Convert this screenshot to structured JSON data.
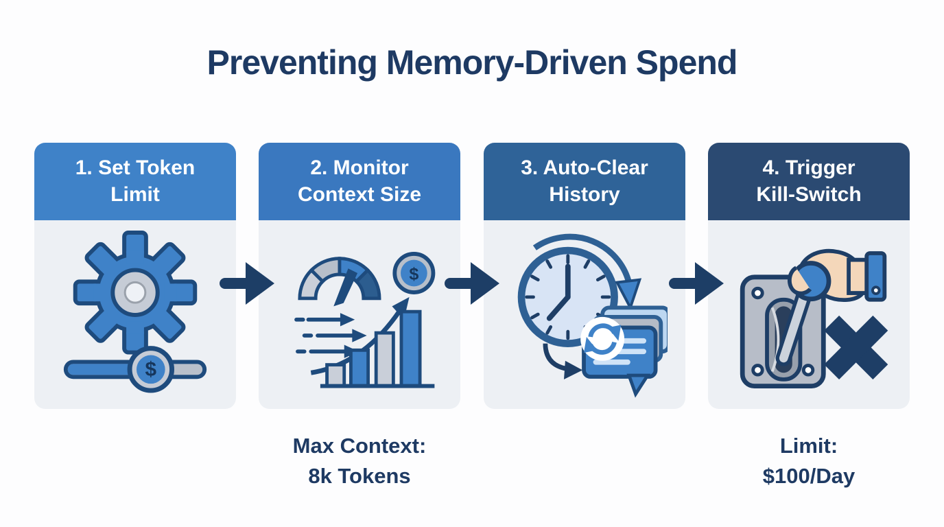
{
  "title": "Preventing Memory-Driven Spend",
  "steps": [
    {
      "header_line1": "1. Set Token",
      "header_line2": "Limit",
      "header_color": "#3f82c8",
      "icon": "gear-dollar-slider-icon",
      "icon_dollar": "$"
    },
    {
      "header_line1": "2. Monitor",
      "header_line2": "Context Size",
      "header_color": "#3a78bf",
      "icon": "usage-gauge-growth-chart-icon",
      "icon_dollar": "$",
      "caption_line1": "Max Context:",
      "caption_line2": "8k Tokens"
    },
    {
      "header_line1": "3. Auto-Clear",
      "header_line2": "History",
      "header_color": "#2f6398",
      "icon": "clock-refresh-chat-icon"
    },
    {
      "header_line1": "4. Trigger",
      "header_line2": "Kill-Switch",
      "header_color": "#2b4a72",
      "icon": "hand-kill-switch-icon",
      "caption_line1": "Limit:",
      "caption_line2": "$100/Day"
    }
  ],
  "flow_arrows": {
    "count": 3,
    "icon": "flow-arrow-icon",
    "color": "#1d3e66"
  },
  "colors": {
    "page_bg": "#fdfdfe",
    "card_body": "#edf0f4",
    "accent_blue": "#3f82c8",
    "steel_blue": "#2f6398",
    "navy": "#1d3e66",
    "title_text": "#1e3a63",
    "header_text": "#ffffff"
  }
}
